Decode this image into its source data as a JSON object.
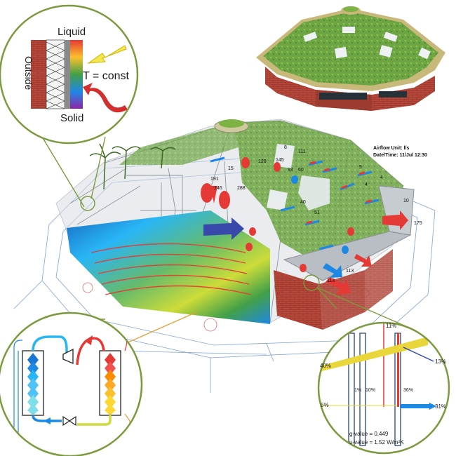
{
  "pcm_inset": {
    "label_liquid": "Liquid",
    "label_outside": "Outside",
    "label_tconst": "T = const",
    "label_solid": "Solid"
  },
  "airflow_panel": {
    "unit": "Airflow Unit: l/s",
    "datetime": "Date/Time: 11/Jul 12:30"
  },
  "airflow_values": [
    "111",
    "8",
    "15",
    "128",
    "145",
    "93",
    "60",
    "191",
    "246",
    "288",
    "40",
    "51",
    "113",
    "113",
    "175",
    "10",
    "5",
    "4",
    "4"
  ],
  "glazing_inset": {
    "top_pct": "11%",
    "left_pct": "40%",
    "right_pct": "13%",
    "mid_pct_1": "1%",
    "mid_pct_2": "10%",
    "mid_pct_3": "36%",
    "bottom_left_pct": "5%",
    "bottom_right_pct": "31%",
    "g_value": "g-value = 0.449",
    "u_value": "u-value = 1.52 W/m²K"
  },
  "colors": {
    "inset_border": "#7b9a3e",
    "roof_green": "#6da544",
    "brick": "#b5473a",
    "heat_red": "#e53935",
    "cold_blue": "#1e88e5",
    "glass_yellow": "#e8d63a"
  }
}
